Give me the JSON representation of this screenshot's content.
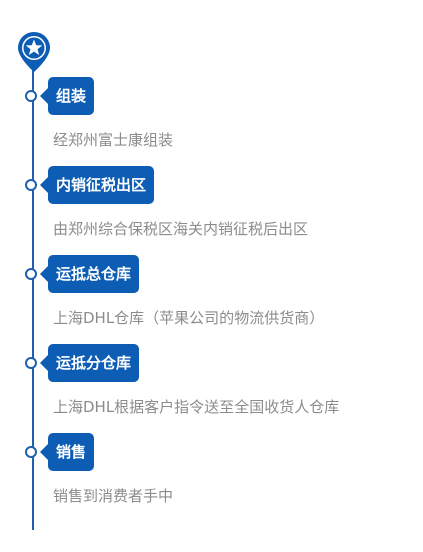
{
  "colors": {
    "accent": "#0d5db4",
    "line": "#1f5fae",
    "desc_text": "#8c8c8c",
    "tag_text": "#ffffff"
  },
  "header_icon": "star-pin-icon",
  "steps": [
    {
      "label": "组装",
      "desc": "经郑州富士康组装"
    },
    {
      "label": "内销征税出区",
      "desc": "由郑州综合保税区海关内销征税后出区"
    },
    {
      "label": "运抵总仓库",
      "desc": "上海DHL仓库（苹果公司的物流供货商）"
    },
    {
      "label": "运抵分仓库",
      "desc": "上海DHL根据客户指令送至全国收货人仓库"
    },
    {
      "label": "销售",
      "desc": "销售到消费者手中"
    }
  ]
}
